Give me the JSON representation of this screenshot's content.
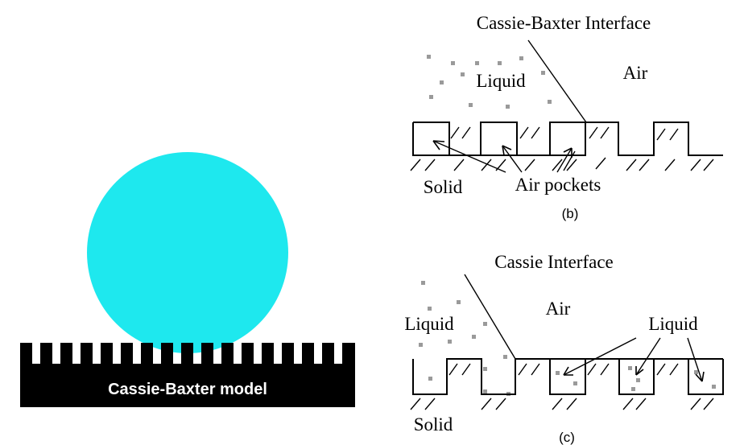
{
  "panel_a": {
    "model_label": "Cassie-Baxter model",
    "colors": {
      "droplet": "#1ee8ee",
      "substrate": "#000000",
      "label": "#ffffff"
    }
  },
  "panel_b": {
    "title": "Cassie-Baxter Interface",
    "liquid_label": "Liquid",
    "air_label": "Air",
    "solid_label": "Solid",
    "pockets_label": "Air pockets",
    "caption": "(b)"
  },
  "panel_c": {
    "title": "Cassie Interface",
    "liquid_label": "Liquid",
    "air_label": "Air",
    "liquid_in_pores_label": "Liquid",
    "solid_label": "Solid",
    "caption": "(c)"
  }
}
